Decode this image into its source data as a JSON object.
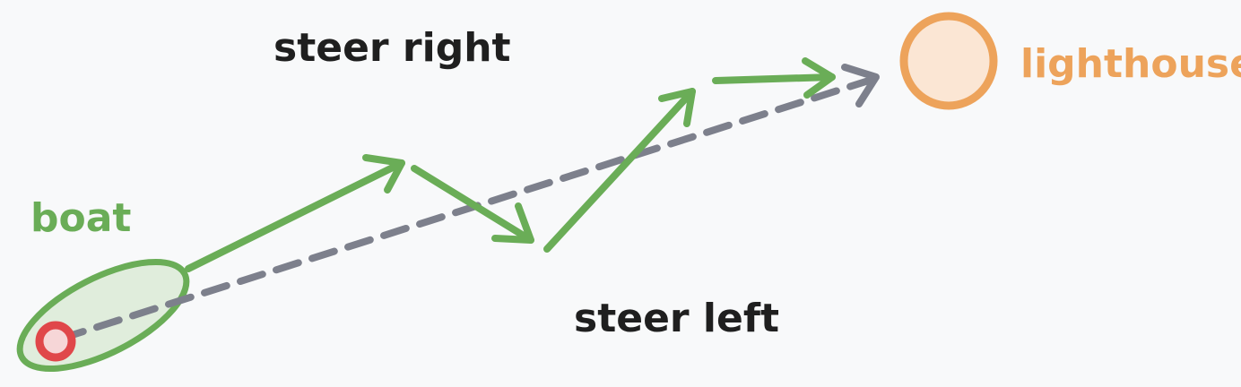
{
  "labels": {
    "steer_right": "steer right",
    "steer_left": "steer left",
    "boat": "boat",
    "lighthouse": "lighthouse"
  },
  "colors": {
    "background": "#f8f9fa",
    "green": "#6aad57",
    "green_fill": "#dcebd6",
    "orange": "#eda35b",
    "orange_fill": "#fbe6d4",
    "red": "#e0474a",
    "red_fill": "#f6d6d7",
    "dash_gray": "#7d808c",
    "text_dark": "#1f1f1f"
  }
}
